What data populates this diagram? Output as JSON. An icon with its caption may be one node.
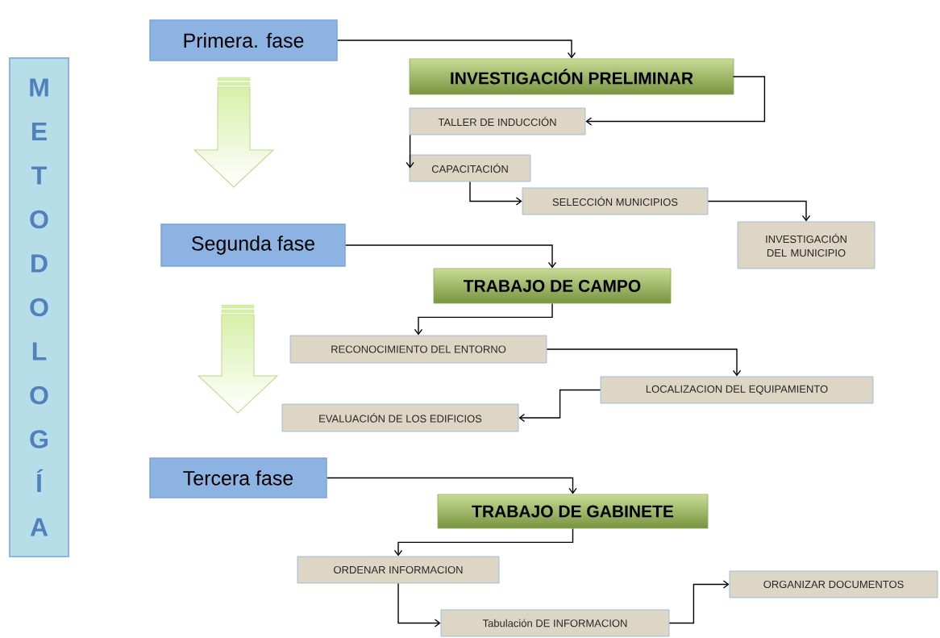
{
  "diagram": {
    "nodes": [
      {
        "text": [
          "METODOLOGÍA"
        ]
      },
      {
        "text": [
          "Primera. fase"
        ]
      },
      {
        "text": [
          "INVESTIGACIÓN PRELIMINAR"
        ]
      },
      {
        "text": [
          "TALLER DE INDUCCIÓN"
        ]
      },
      {
        "text": [
          "CAPACITACIÓN"
        ]
      },
      {
        "text": [
          "SELECCIÓN MUNICIPIOS"
        ]
      },
      {
        "text": [
          "INVESTIGACIÓN DEL MUNICIPIO"
        ]
      },
      {
        "text": [
          "Segunda fase"
        ]
      },
      {
        "text": [
          "TRABAJO DE CAMPO"
        ]
      },
      {
        "text": [
          "RECONOCIMIENTO DEL ENTORNO"
        ]
      },
      {
        "text": [
          "LOCALIZACION DEL EQUIPAMIENTO"
        ]
      },
      {
        "text": [
          "EVALUACIÓN DE LOS EDIFICIOS"
        ]
      },
      {
        "text": [
          "Tercera fase"
        ]
      },
      {
        "text": [
          "TRABAJO DE GABINETE"
        ]
      },
      {
        "text": [
          "ORDENAR INFORMACION"
        ]
      },
      {
        "text": [
          "Tabulación DE INFORMACION"
        ]
      },
      {
        "text": [
          "ORGANIZAR DOCUMENTOS"
        ]
      }
    ],
    "edges": [
      {
        "from": 1,
        "to": 2,
        "arrow": "to"
      },
      {
        "from": 2,
        "to": 3,
        "arrow": "to"
      },
      {
        "from": 3,
        "to": 4,
        "arrow": "to"
      },
      {
        "from": 4,
        "to": 5,
        "arrow": "to"
      },
      {
        "from": 5,
        "to": 6,
        "arrow": "to"
      },
      {
        "from": 7,
        "to": 8,
        "arrow": "to"
      },
      {
        "from": 8,
        "to": 9,
        "arrow": "to"
      },
      {
        "from": 9,
        "to": 10,
        "arrow": "to"
      },
      {
        "from": 10,
        "to": 11,
        "arrow": "to"
      },
      {
        "from": 12,
        "to": 13,
        "arrow": "to"
      },
      {
        "from": 13,
        "to": 14,
        "arrow": "to"
      },
      {
        "from": 14,
        "to": 15,
        "arrow": "to"
      },
      {
        "from": 15,
        "to": 16,
        "arrow": "to"
      }
    ]
  }
}
